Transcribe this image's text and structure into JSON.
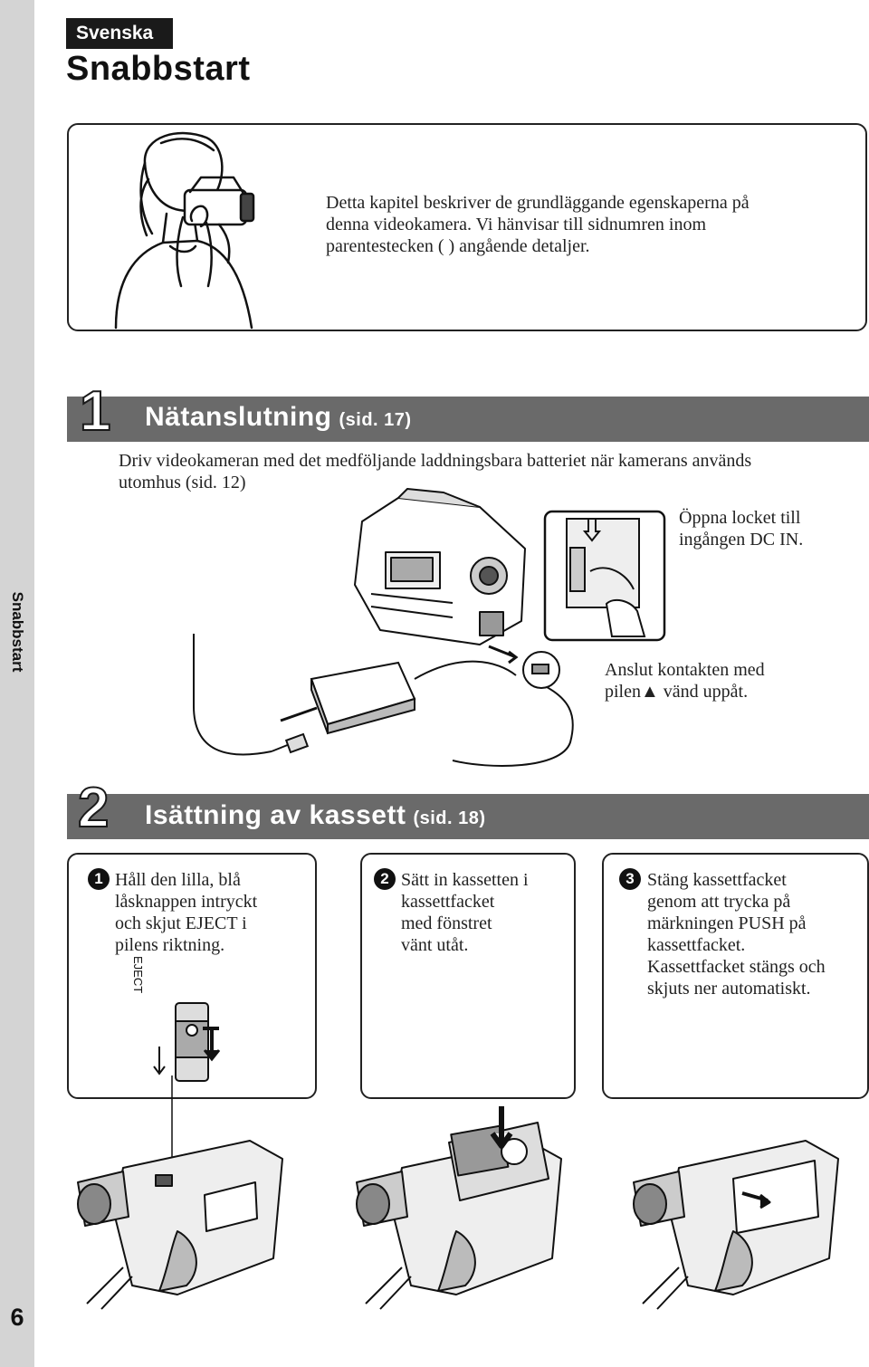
{
  "sidebar": {
    "label": "Snabbstart",
    "page_number": "6"
  },
  "header": {
    "language": "Svenska",
    "title": "Snabbstart"
  },
  "intro": {
    "lines": [
      "Detta kapitel beskriver de grundläggande egenskaperna på",
      "denna videokamera. Vi hänvisar till sidnumren inom",
      "parentestecken (    ) angående detaljer."
    ]
  },
  "section1": {
    "number": "1",
    "title": "Nätanslutning",
    "ref": "(sid. 17)",
    "description": [
      "Driv videokameran med det medföljande laddningsbara batteriet när kamerans används",
      "utomhus (sid. 12)"
    ],
    "callout_open": [
      "Öppna locket till",
      "ingången DC IN."
    ],
    "callout_connect": [
      "Anslut kontakten med",
      "pilen▲ vänd uppåt."
    ]
  },
  "section2": {
    "number": "2",
    "title": "Isättning av kassett",
    "ref": "(sid. 18)",
    "steps": [
      {
        "num": "1",
        "lines": [
          "Håll den lilla, blå",
          "låsknappen intryckt",
          "och skjut EJECT i",
          "pilens riktning."
        ]
      },
      {
        "num": "2",
        "lines": [
          "Sätt in kassetten i",
          "kassettfacket",
          "med fönstret",
          "vänt utåt."
        ]
      },
      {
        "num": "3",
        "lines": [
          "Stäng kassettfacket",
          "genom att trycka på",
          "märkningen PUSH på",
          "kassettfacket.",
          "Kassettfacket stängs och",
          "skjuts ner automatiskt."
        ]
      }
    ],
    "eject_label": "EJECT"
  },
  "icons": [
    "camcorder-illustration",
    "ac-adapter-illustration",
    "person-filming-illustration",
    "eject-switch-illustration"
  ]
}
